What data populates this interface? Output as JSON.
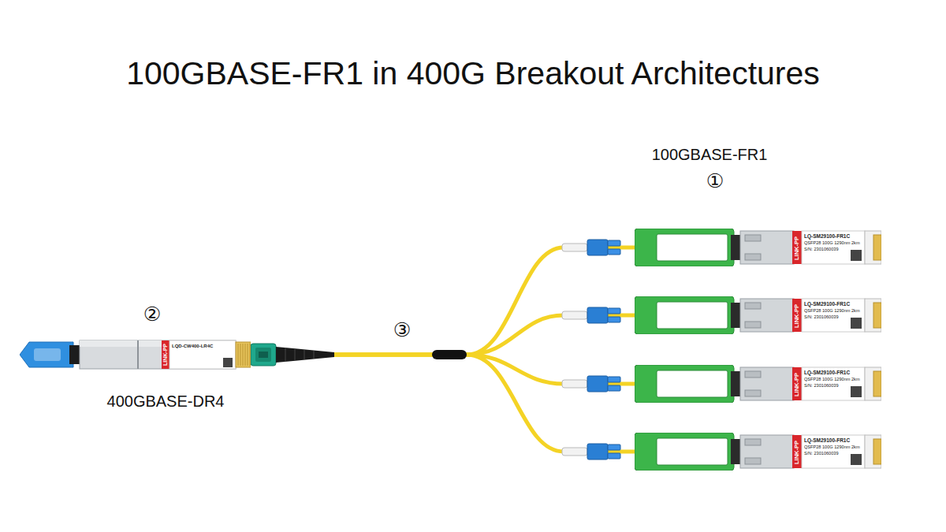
{
  "diagram": {
    "title": "100GBASE-FR1 in 400G Breakout Architectures",
    "nodes": [
      {
        "text": [
          "LINK-PP",
          "LQD-CW400-LR4C"
        ]
      },
      {
        "text": [
          "LINK-PP",
          "LQ-SM29100-FR1C",
          "QSFP28 100G 1290nm 2km",
          "S/N: 2301060039"
        ]
      },
      {
        "text": [
          "LINK-PP",
          "LQ-SM29100-FR1C",
          "QSFP28 100G 1290nm 2km",
          "S/N: 2301060039"
        ]
      },
      {
        "text": [
          "LINK-PP",
          "LQ-SM29100-FR1C",
          "QSFP28 100G 1290nm 2km",
          "S/N: 2301060039"
        ]
      },
      {
        "text": [
          "LINK-PP",
          "LQ-SM29100-FR1C",
          "QSFP28 100G 1290nm 2km",
          "S/N: 2301060039"
        ]
      }
    ],
    "edges": [
      {
        "from": 0,
        "to": 1,
        "arrow": "none"
      },
      {
        "from": 0,
        "to": 2,
        "arrow": "none"
      },
      {
        "from": 0,
        "to": 3,
        "arrow": "none"
      },
      {
        "from": 0,
        "to": 4,
        "arrow": "none"
      }
    ],
    "labels": [
      "100GBASE-FR1",
      "①",
      "②",
      "400GBASE-DR4",
      "③"
    ]
  }
}
